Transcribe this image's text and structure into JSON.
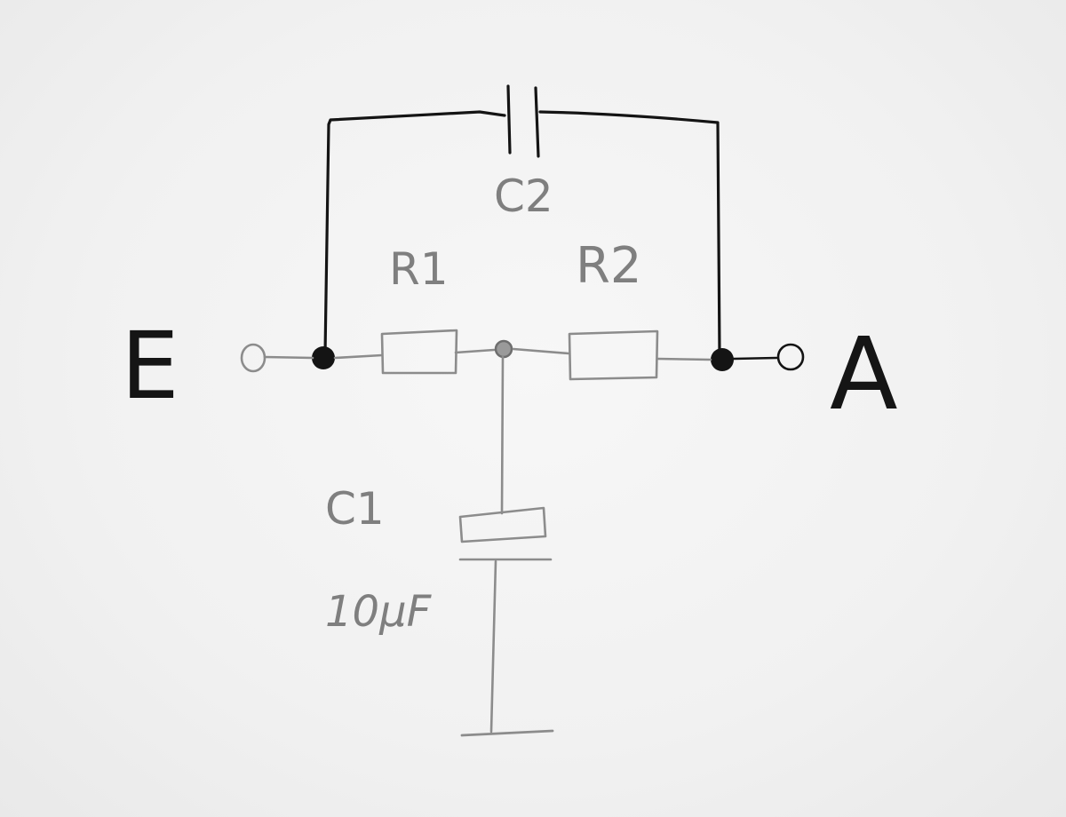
{
  "terminals": {
    "input": "E",
    "output": "A"
  },
  "components": {
    "c2": {
      "label": "C2"
    },
    "r1": {
      "label": "R1"
    },
    "r2": {
      "label": "R2"
    },
    "c1": {
      "label": "C1",
      "value": "10µF"
    }
  },
  "colors": {
    "ink": "#141414",
    "pencil": "#8c8c8c",
    "paper": "#f2f2f2"
  }
}
